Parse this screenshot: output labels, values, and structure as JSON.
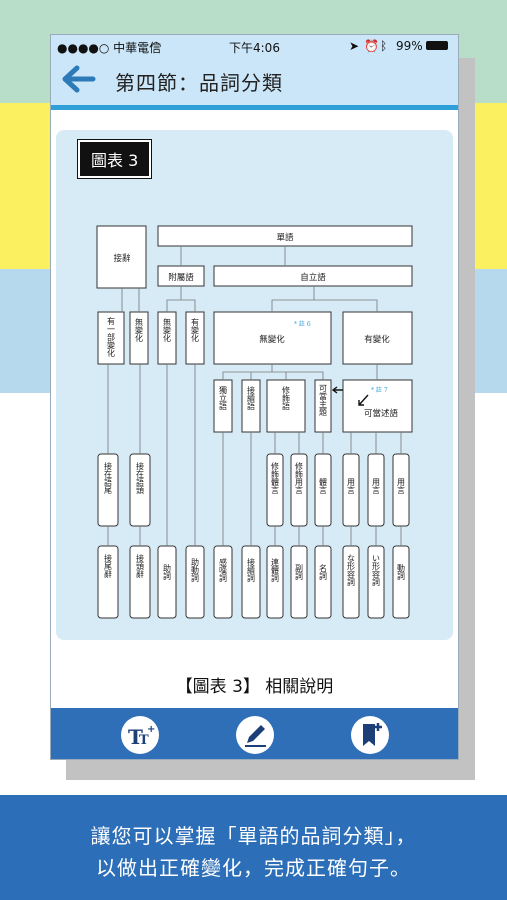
{
  "status": {
    "carrier": "●●●●○ 中華電信",
    "time": "下午4:06",
    "battery": "99%"
  },
  "header": {
    "title": "第四節：品詞分類"
  },
  "figure": {
    "tag": "圖表 3",
    "nodes": {
      "tango": "單語",
      "setsuji": "接辭",
      "fuzokugo": "附屬語",
      "jiritsugo": "自立語",
      "ichibu_henka": "有一部變化",
      "mu_henka_a": "無變化",
      "mu_henka_b": "無變化",
      "yu_henka_a": "有變化",
      "mu_henka_big": "無變化",
      "yu_henka_big": "有變化",
      "note6": "* 註 6",
      "note7": "* 註 7",
      "dokuritsugo": "獨立語",
      "setsuzokugo": "接續語",
      "shushokugo": "修飾語",
      "kashu": "可當主題",
      "kajutsu": "可當述語",
      "setsubi": "接在語尾",
      "setto": "接在語頭",
      "shu_taigen": "修飾體言",
      "shu_yougen": "修飾用言",
      "taigen": "體言",
      "yougen1": "用言",
      "yougen2": "用言",
      "yougen3": "用言",
      "setsubiji": "接尾辭",
      "settouji": "接頭辭",
      "joshi": "助詞",
      "jodoshi": "助動詞",
      "kandoshi": "感嘆詞",
      "setsuzokushi": "接續詞",
      "rentaishi": "連體詞",
      "fukushi": "副詞",
      "meishi": "名詞",
      "na_keiyoushi": "な形容詞",
      "i_keiyoushi": "い形容詞",
      "doushi": "動詞"
    },
    "caption": "【圖表 3】 相關說明"
  },
  "toolbar": {
    "items": [
      "text-size-icon",
      "pen-icon",
      "bookmark-add-icon"
    ]
  },
  "promo": {
    "line1": "讓您可以掌握「單語的品詞分類」，",
    "line2": "以做出正確變化，完成正確句子。"
  },
  "colors": {
    "accent": "#2f9fda",
    "toolbar": "#2f6fb8",
    "panel": "#d7ebf6",
    "header": "#cbe6f8"
  }
}
